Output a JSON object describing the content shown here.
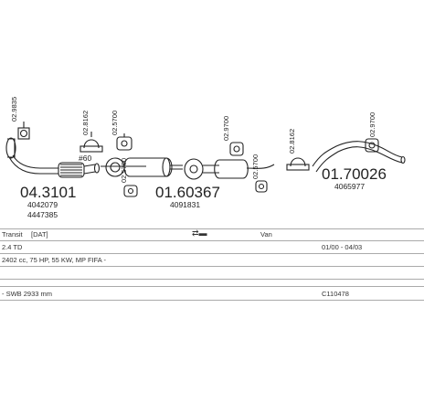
{
  "parts": {
    "front_pipe_number": "04.3101",
    "front_pipe_oe1": "4042079",
    "front_pipe_oe2": "4447385",
    "middle_silencer_number": "01.60367",
    "middle_silencer_oe": "4091831",
    "rear_silencer_number": "01.70026",
    "rear_silencer_oe": "4065977",
    "catalyst_tag": "#60"
  },
  "refs": {
    "r1": "02.9835",
    "r2": "02.8162",
    "r3": "02.5700",
    "r4": "02.5700",
    "r5": "02.9700",
    "r6": "02.5700",
    "r7": "02.8162",
    "r8": "02.9700"
  },
  "vehicle": {
    "model": "Transit",
    "model_code": "[DAT]",
    "body": "Van",
    "engine": "2.4 TD",
    "dates": "01/00 - 04/03",
    "engine_detail": "2402 cc, 75 HP, 55 KW, MP FIFA -",
    "wheelbase": "- SWB 2933 mm",
    "catalog_code": "C110478"
  }
}
